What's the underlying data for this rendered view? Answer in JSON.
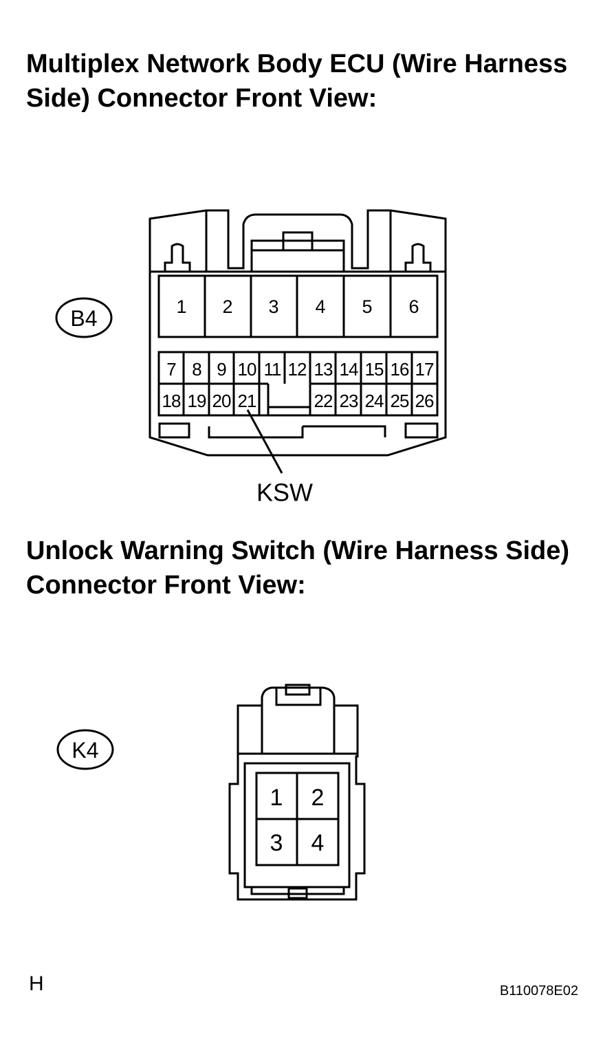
{
  "heading_ecu": "Multiplex Network Body ECU (Wire Harness Side) Connector Front View:",
  "heading_switch": "Unlock Warning Switch (Wire Harness Side) Connector Front View:",
  "connector_b4": {
    "id": "B4",
    "large_pins": [
      "1",
      "2",
      "3",
      "4",
      "5",
      "6"
    ],
    "top_row_pins": [
      "7",
      "8",
      "9",
      "10",
      "11",
      "12",
      "13",
      "14",
      "15",
      "16",
      "17"
    ],
    "bottom_row_left_pins": [
      "18",
      "19",
      "20",
      "21"
    ],
    "bottom_row_right_pins": [
      "22",
      "23",
      "24",
      "25",
      "26"
    ],
    "callout": "KSW"
  },
  "connector_k4": {
    "id": "K4",
    "pins": [
      "1",
      "2",
      "3",
      "4"
    ]
  },
  "footer_left": "H",
  "footer_right": "B110078E02"
}
